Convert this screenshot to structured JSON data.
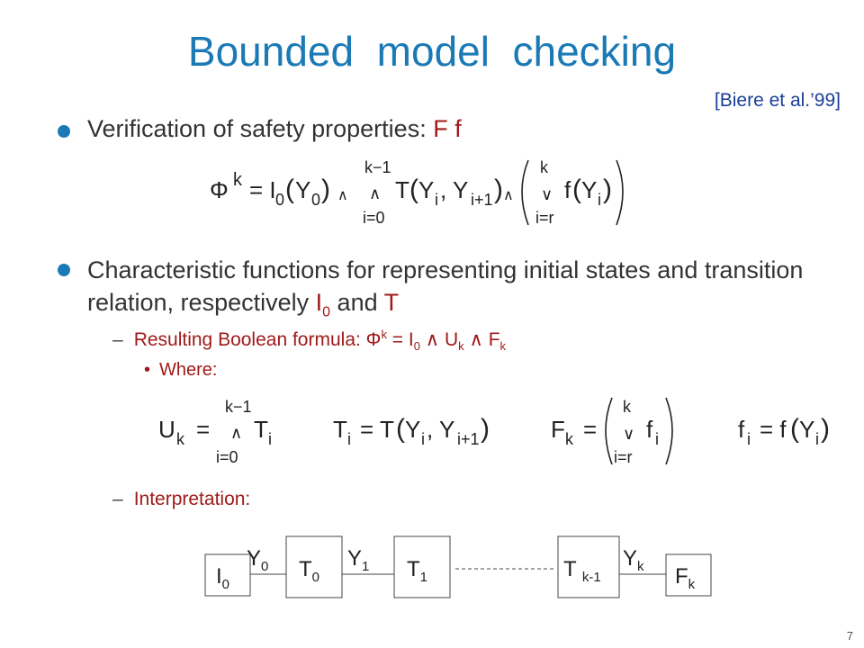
{
  "title": "Bounded  model  checking",
  "citation": "[Biere et al.’99]",
  "bullets": [
    {
      "text": "Verification of safety properties: ",
      "accent": "F f"
    },
    {
      "text": "Characteristic functions for representing initial states and transition relation, respectively ",
      "accent_i": "I",
      "accent_i_sub": "0",
      "middle": " and ",
      "accent_t": "T"
    }
  ],
  "sub_bullets": {
    "resulting_label": "Resulting Boolean formula: ",
    "where_label": "Where:",
    "interpretation_label": "Interpretation:"
  },
  "diagram": {
    "boxes": [
      "I0",
      "T0",
      "T1",
      "T k-1",
      "Fk"
    ],
    "wire_labels": [
      "Y0",
      "Y1",
      "Yk"
    ]
  },
  "page_number": "7",
  "colors": {
    "title": "#1b7ab5",
    "bullet": "#1b7ab5",
    "accent": "#a01a1a",
    "citation": "#1a3f99"
  }
}
